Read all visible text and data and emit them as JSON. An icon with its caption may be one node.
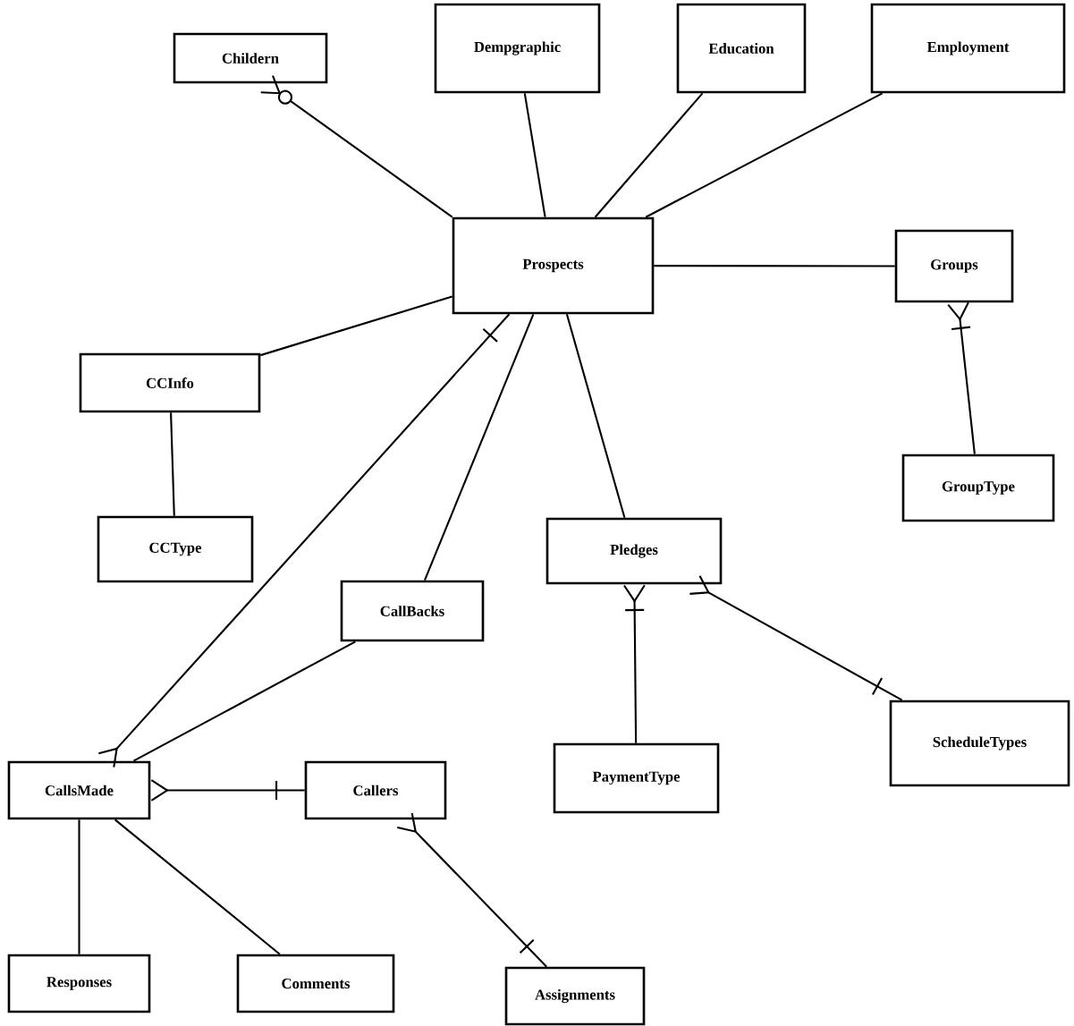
{
  "diagram": {
    "nodes": [
      {
        "text": [
          "Childern"
        ]
      },
      {
        "text": [
          "Dempgraphic"
        ]
      },
      {
        "text": [
          "Education"
        ]
      },
      {
        "text": [
          "Employment"
        ]
      },
      {
        "text": [
          "Prospects"
        ]
      },
      {
        "text": [
          "Groups"
        ]
      },
      {
        "text": [
          "CCInfo"
        ]
      },
      {
        "text": [
          "CCType"
        ]
      },
      {
        "text": [
          "Pledges"
        ]
      },
      {
        "text": [
          "GroupType"
        ]
      },
      {
        "text": [
          "CallBacks"
        ]
      },
      {
        "text": [
          "ScheduleTypes"
        ]
      },
      {
        "text": [
          "CallsMade"
        ]
      },
      {
        "text": [
          "Callers"
        ]
      },
      {
        "text": [
          "PaymentType"
        ]
      },
      {
        "text": [
          "Responses"
        ]
      },
      {
        "text": [
          "Comments"
        ]
      },
      {
        "text": [
          "Assignments"
        ]
      }
    ],
    "edges": [
      {
        "from": 4,
        "to": 0,
        "arrow": "other"
      },
      {
        "from": 4,
        "to": 1,
        "arrow": "none"
      },
      {
        "from": 4,
        "to": 2,
        "arrow": "none"
      },
      {
        "from": 4,
        "to": 3,
        "arrow": "none"
      },
      {
        "from": 4,
        "to": 5,
        "arrow": "none"
      },
      {
        "from": 4,
        "to": 6,
        "arrow": "none"
      },
      {
        "from": 6,
        "to": 7,
        "arrow": "none"
      },
      {
        "from": 4,
        "to": 12,
        "arrow": "other"
      },
      {
        "from": 4,
        "to": 10,
        "arrow": "none"
      },
      {
        "from": 10,
        "to": 12,
        "arrow": "none"
      },
      {
        "from": 4,
        "to": 8,
        "arrow": "none"
      },
      {
        "from": 9,
        "to": 5,
        "arrow": "other"
      },
      {
        "from": 14,
        "to": 8,
        "arrow": "other"
      },
      {
        "from": 11,
        "to": 8,
        "arrow": "other"
      },
      {
        "from": 13,
        "to": 12,
        "arrow": "other"
      },
      {
        "from": 12,
        "to": 15,
        "arrow": "none"
      },
      {
        "from": 12,
        "to": 16,
        "arrow": "none"
      },
      {
        "from": 17,
        "to": 13,
        "arrow": "other"
      }
    ]
  }
}
